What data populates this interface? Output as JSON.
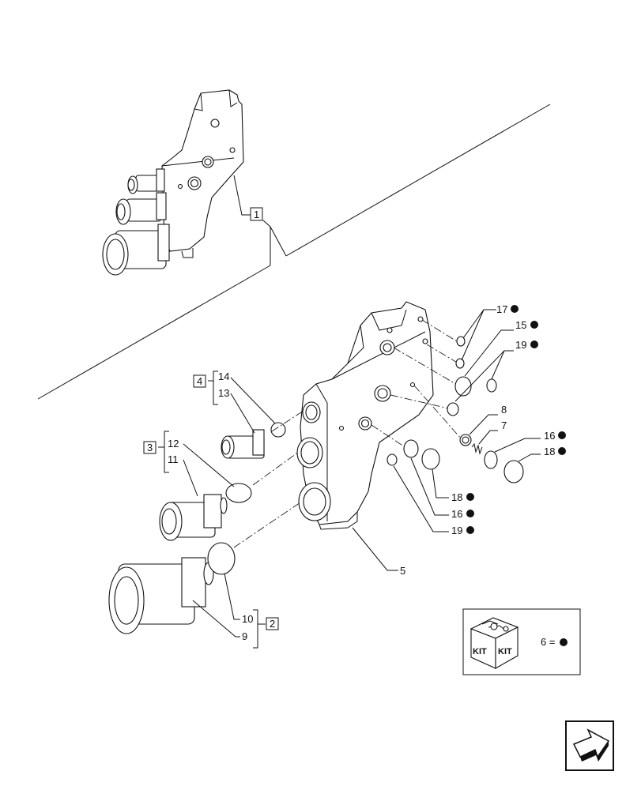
{
  "callouts": {
    "c1": "1",
    "c2": "2",
    "c3": "3",
    "c4": "4",
    "n5": "5",
    "n7": "7",
    "n8": "8",
    "n9": "9",
    "n10": "10",
    "n11": "11",
    "n12": "12",
    "n13": "13",
    "n14": "14",
    "n15": "15",
    "n16a": "16",
    "n16b": "16",
    "n17": "17",
    "n18a": "18",
    "n18b": "18",
    "n19a": "19",
    "n19b": "19"
  },
  "kit": {
    "text_left": "KIT",
    "text_right": "KIT",
    "legend": "6 ="
  },
  "icons": [
    "kit-box-icon",
    "bullet-dot-icon",
    "next-page-arrow-icon"
  ]
}
